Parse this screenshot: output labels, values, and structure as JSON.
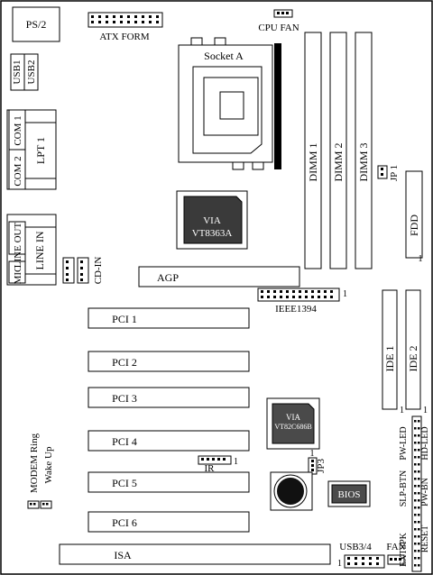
{
  "labels": {
    "ps2": "PS/2",
    "atx_form": "ATX FORM",
    "cpu_fan": "CPU FAN",
    "usb1": "USB1",
    "usb2": "USB2",
    "socket": "Socket A",
    "com1": "COM 1",
    "com2": "COM 2",
    "lpt1": "LPT 1",
    "line_out": "LINE OUT",
    "line_in": "LINE IN",
    "mic": "MIC",
    "cd_in": "CD-IN",
    "northbridge_brand": "VIA",
    "northbridge_model": "VT8363A",
    "dimm1": "DIMM 1",
    "dimm2": "DIMM 2",
    "dimm3": "DIMM 3",
    "jp1": "JP 1",
    "fdd": "FDD",
    "fdd_pin": "1",
    "agp": "AGP",
    "ieee1394": "IEEE1394",
    "ieee_pin": "1",
    "pci1": "PCI 1",
    "pci2": "PCI 2",
    "pci3": "PCI 3",
    "pci4": "PCI 4",
    "pci5": "PCI 5",
    "pci6": "PCI 6",
    "isa": "ISA",
    "ide1": "IDE 1",
    "ide2": "IDE 2",
    "ide1_pin": "1",
    "ide2_pin": "1",
    "southbridge_brand": "VIA",
    "southbridge_model": "VT82C686B",
    "ir": "IR",
    "ir_pin": "1",
    "jp3": "JP3",
    "jp3_pin": "1",
    "bios": "BIOS",
    "modem_ring": "MODEM Ring",
    "wake_up": "Wake Up",
    "usb34": "USB3/4",
    "usb34_pin": "1",
    "fan": "FAN",
    "pw_led": "PW-LED",
    "hd_led": "HD-LED",
    "slp_btn": "SLP-BTN",
    "pw_bn": "PW-BN",
    "extspk": "EXTSPK",
    "reset": "RESET"
  }
}
